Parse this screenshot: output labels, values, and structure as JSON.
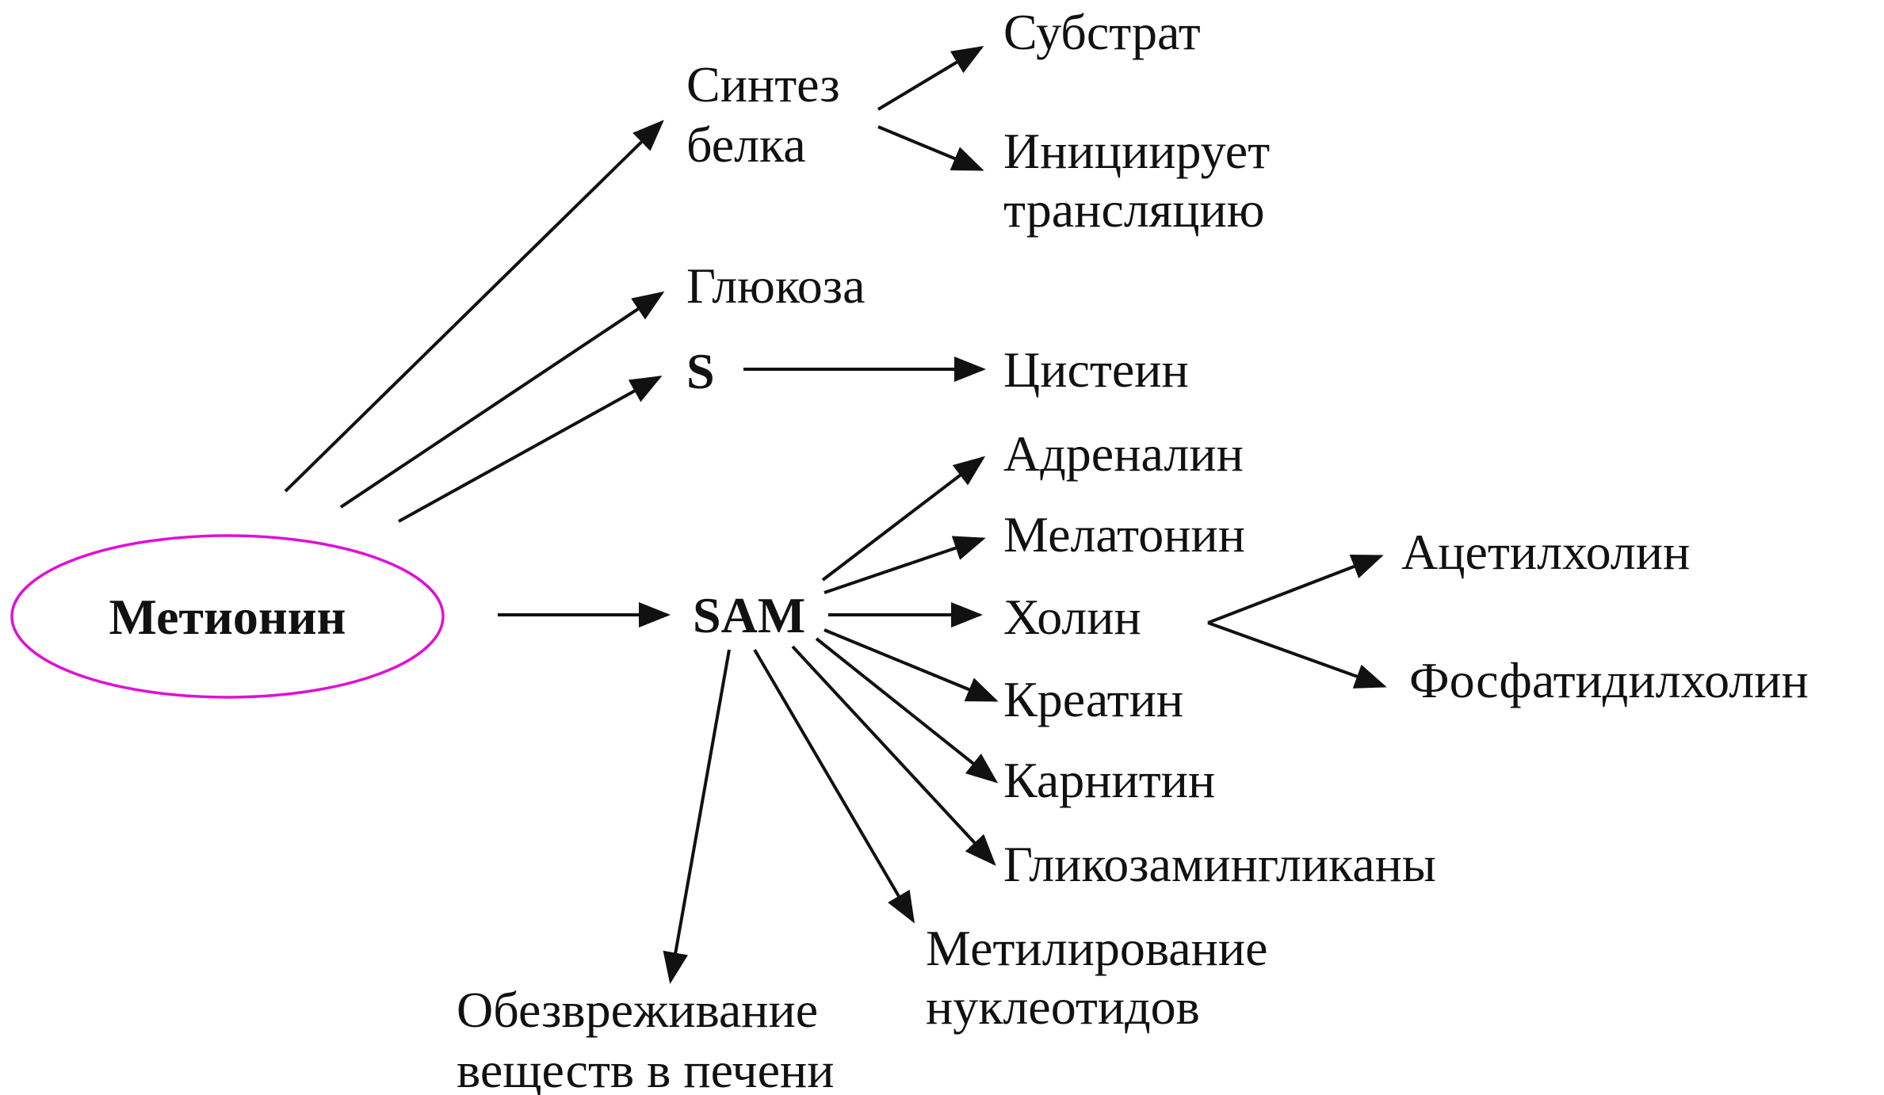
{
  "colors": {
    "root": "#e00fd6",
    "green": "#2e8b2e",
    "text": "#111111"
  },
  "nodes": {
    "root": {
      "text": "Метионин"
    },
    "sintez_1": {
      "text": "Синтез"
    },
    "sintez_2": {
      "text": "белка"
    },
    "substrat": {
      "text": "Субстрат"
    },
    "init_1": {
      "text": "Инициирует"
    },
    "init_2": {
      "text": "трансляцию"
    },
    "glyukoza": {
      "text": "Глюкоза"
    },
    "s": {
      "text": "S"
    },
    "tsistein": {
      "text": "Цистеин"
    },
    "sam": {
      "text": "SAM"
    },
    "adrenalin": {
      "text": "Адреналин"
    },
    "melatonin": {
      "text": "Мелатонин"
    },
    "kholin": {
      "text": "Холин"
    },
    "atsetilkholin": {
      "text": "Ацетилхолин"
    },
    "fosfatidilkholin": {
      "text": "Фосфатидилхолин"
    },
    "kreatin": {
      "text": "Креатин"
    },
    "karnitin": {
      "text": "Карнитин"
    },
    "glikozaminglikany": {
      "text": "Гликозамингликаны"
    },
    "metil_1": {
      "text": "Метилирование"
    },
    "metil_2": {
      "text": "нуклеотидов"
    },
    "obezvr_1": {
      "text": "Обезвреживание"
    },
    "obezvr_2": {
      "text": "веществ в печени"
    }
  }
}
